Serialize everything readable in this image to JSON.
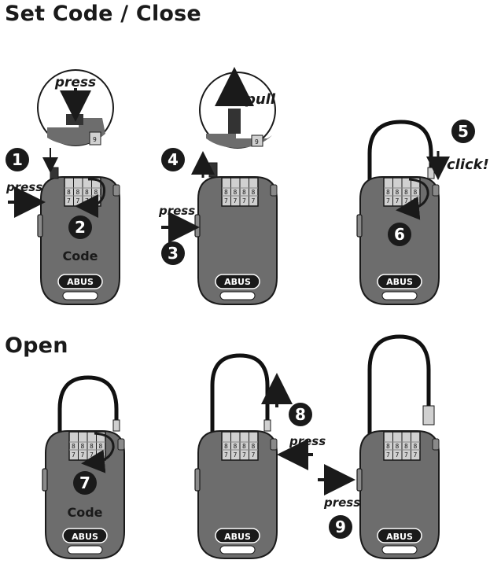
{
  "sections": {
    "set_title": "Set Code / Close",
    "open_title": "Open"
  },
  "labels": {
    "press": "press",
    "pull": "pull",
    "click": "click!",
    "code": "Code",
    "brand": "ABUS"
  },
  "steps": [
    "1",
    "2",
    "3",
    "4",
    "5",
    "6",
    "7",
    "8",
    "9"
  ],
  "colors": {
    "lock_body": "#6d6d6d",
    "dark": "#1a1a1a",
    "shackle": "#111111",
    "dial": "#c8c8c8"
  }
}
